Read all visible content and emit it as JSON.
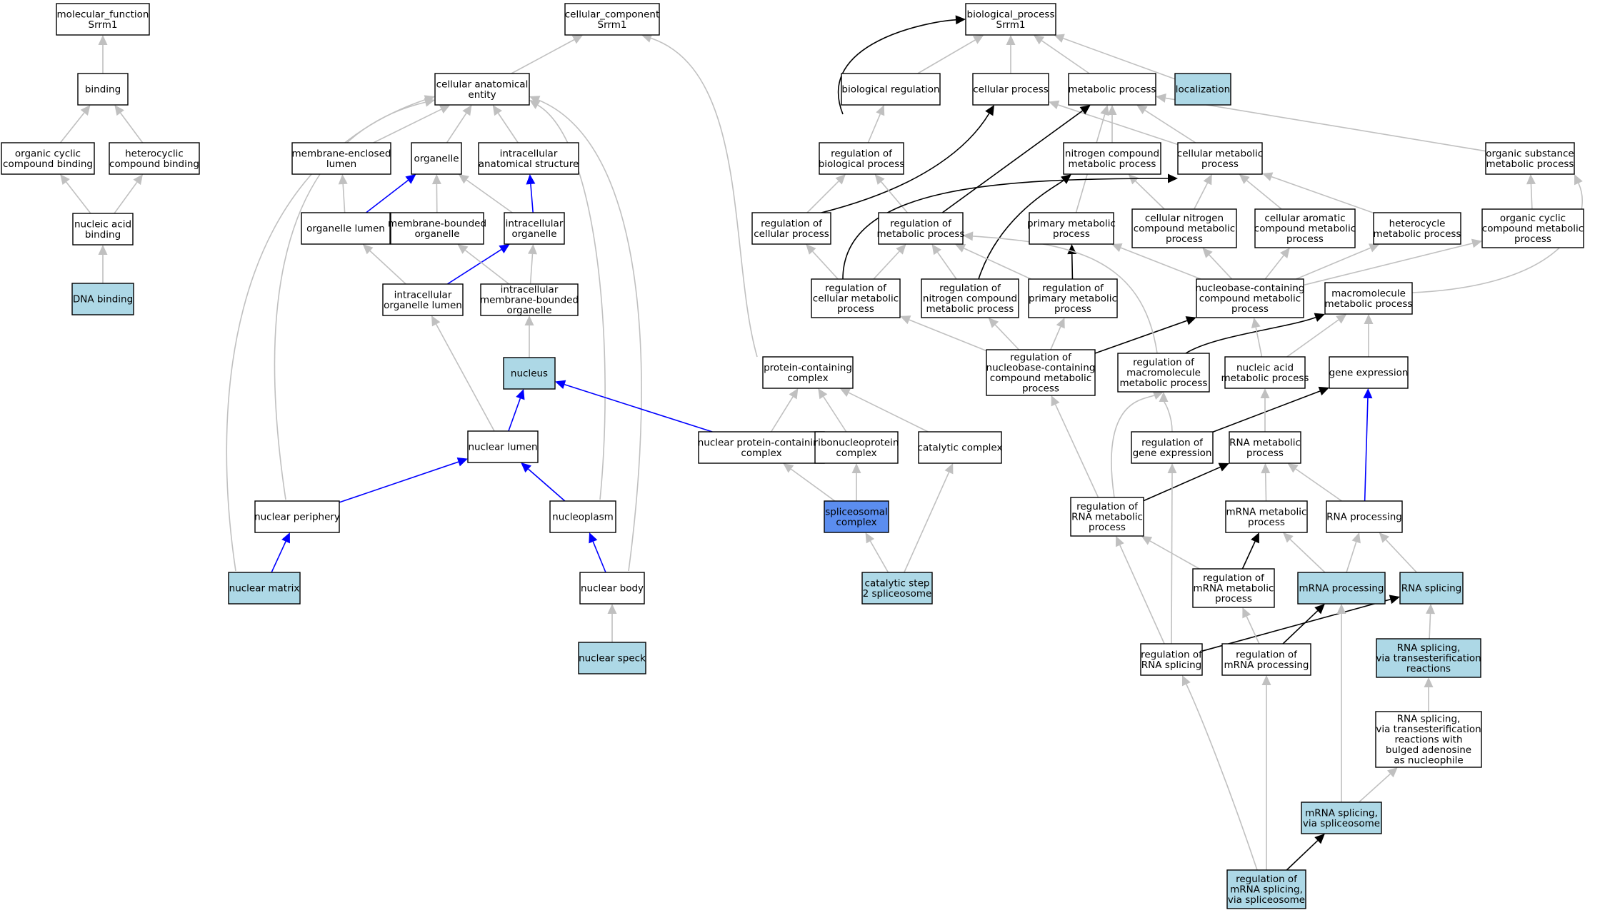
{
  "colors": {
    "highlight": "#add8e6",
    "selected": "#5b8def",
    "plain": "#ffffff",
    "edge_gray": "#c0c0c0",
    "edge_blue": "#0000ff",
    "edge_black": "#000000"
  },
  "nodes": [
    {
      "id": "mf",
      "lines": [
        "molecular_function",
        "Srrm1"
      ],
      "fill": "plain"
    },
    {
      "id": "binding",
      "lines": [
        "binding"
      ],
      "fill": "plain"
    },
    {
      "id": "ocb",
      "lines": [
        "organic cyclic",
        "compound binding"
      ],
      "fill": "plain"
    },
    {
      "id": "hcb",
      "lines": [
        "heterocyclic",
        "compound binding"
      ],
      "fill": "plain"
    },
    {
      "id": "nab",
      "lines": [
        "nucleic acid",
        "binding"
      ],
      "fill": "plain"
    },
    {
      "id": "dnab",
      "lines": [
        "DNA binding"
      ],
      "fill": "highlight"
    },
    {
      "id": "cc",
      "lines": [
        "cellular_component",
        "Srrm1"
      ],
      "fill": "plain"
    },
    {
      "id": "cae",
      "lines": [
        "cellular anatomical",
        "entity"
      ],
      "fill": "plain"
    },
    {
      "id": "mel",
      "lines": [
        "membrane-enclosed",
        "lumen"
      ],
      "fill": "plain"
    },
    {
      "id": "organelle",
      "lines": [
        "organelle"
      ],
      "fill": "plain"
    },
    {
      "id": "ias",
      "lines": [
        "intracellular",
        "anatomical structure"
      ],
      "fill": "plain"
    },
    {
      "id": "ol",
      "lines": [
        "organelle lumen"
      ],
      "fill": "plain"
    },
    {
      "id": "mbo",
      "lines": [
        "membrane-bounded",
        "organelle"
      ],
      "fill": "plain"
    },
    {
      "id": "io",
      "lines": [
        "intracellular",
        "organelle"
      ],
      "fill": "plain"
    },
    {
      "id": "iol",
      "lines": [
        "intracellular",
        "organelle lumen"
      ],
      "fill": "plain"
    },
    {
      "id": "imbo",
      "lines": [
        "intracellular",
        "membrane-bounded",
        "organelle"
      ],
      "fill": "plain"
    },
    {
      "id": "nucleus",
      "lines": [
        "nucleus"
      ],
      "fill": "highlight"
    },
    {
      "id": "nl",
      "lines": [
        "nuclear lumen"
      ],
      "fill": "plain"
    },
    {
      "id": "np",
      "lines": [
        "nuclear periphery"
      ],
      "fill": "plain"
    },
    {
      "id": "nucleoplasm",
      "lines": [
        "nucleoplasm"
      ],
      "fill": "plain"
    },
    {
      "id": "nm",
      "lines": [
        "nuclear matrix"
      ],
      "fill": "highlight"
    },
    {
      "id": "nb",
      "lines": [
        "nuclear body"
      ],
      "fill": "plain"
    },
    {
      "id": "ns",
      "lines": [
        "nuclear speck"
      ],
      "fill": "highlight"
    },
    {
      "id": "pcc",
      "lines": [
        "protein-containing",
        "complex"
      ],
      "fill": "plain"
    },
    {
      "id": "npcc",
      "lines": [
        "nuclear protein-containing",
        "complex"
      ],
      "fill": "plain"
    },
    {
      "id": "rnpc",
      "lines": [
        "ribonucleoprotein",
        "complex"
      ],
      "fill": "plain"
    },
    {
      "id": "catc",
      "lines": [
        "catalytic complex"
      ],
      "fill": "plain"
    },
    {
      "id": "splc",
      "lines": [
        "spliceosomal",
        "complex"
      ],
      "fill": "selected"
    },
    {
      "id": "cs2",
      "lines": [
        "catalytic step",
        "2 spliceosome"
      ],
      "fill": "highlight"
    },
    {
      "id": "bp",
      "lines": [
        "biological_process",
        "Srrm1"
      ],
      "fill": "plain"
    },
    {
      "id": "breg",
      "lines": [
        "biological regulation"
      ],
      "fill": "plain"
    },
    {
      "id": "cp",
      "lines": [
        "cellular process"
      ],
      "fill": "plain"
    },
    {
      "id": "mp",
      "lines": [
        "metabolic process"
      ],
      "fill": "plain"
    },
    {
      "id": "loc",
      "lines": [
        "localization"
      ],
      "fill": "highlight"
    },
    {
      "id": "rbp",
      "lines": [
        "regulation of",
        "biological process"
      ],
      "fill": "plain"
    },
    {
      "id": "ncmp",
      "lines": [
        "nitrogen compound",
        "metabolic process"
      ],
      "fill": "plain"
    },
    {
      "id": "cmp",
      "lines": [
        "cellular metabolic",
        "process"
      ],
      "fill": "plain"
    },
    {
      "id": "osmp",
      "lines": [
        "organic substance",
        "metabolic process"
      ],
      "fill": "plain"
    },
    {
      "id": "rcp",
      "lines": [
        "regulation of",
        "cellular process"
      ],
      "fill": "plain"
    },
    {
      "id": "rmp",
      "lines": [
        "regulation of",
        "metabolic process"
      ],
      "fill": "plain"
    },
    {
      "id": "pmp",
      "lines": [
        "primary metabolic",
        "process"
      ],
      "fill": "plain"
    },
    {
      "id": "cncmp",
      "lines": [
        "cellular nitrogen",
        "compound metabolic",
        "process"
      ],
      "fill": "plain"
    },
    {
      "id": "cacmp",
      "lines": [
        "cellular aromatic",
        "compound metabolic",
        "process"
      ],
      "fill": "plain"
    },
    {
      "id": "hmp",
      "lines": [
        "heterocycle",
        "metabolic process"
      ],
      "fill": "plain"
    },
    {
      "id": "occmp",
      "lines": [
        "organic cyclic",
        "compound metabolic",
        "process"
      ],
      "fill": "plain"
    },
    {
      "id": "rcmp",
      "lines": [
        "regulation of",
        "cellular metabolic",
        "process"
      ],
      "fill": "plain"
    },
    {
      "id": "rncmp",
      "lines": [
        "regulation of",
        "nitrogen compound",
        "metabolic process"
      ],
      "fill": "plain"
    },
    {
      "id": "rpmp",
      "lines": [
        "regulation of",
        "primary metabolic",
        "process"
      ],
      "fill": "plain"
    },
    {
      "id": "nbcmp",
      "lines": [
        "nucleobase-containing",
        "compound metabolic",
        "process"
      ],
      "fill": "plain"
    },
    {
      "id": "mmp",
      "lines": [
        "macromolecule",
        "metabolic process"
      ],
      "fill": "plain"
    },
    {
      "id": "rnbcmp",
      "lines": [
        "regulation of",
        "nucleobase-containing",
        "compound metabolic",
        "process"
      ],
      "fill": "plain"
    },
    {
      "id": "rmmp",
      "lines": [
        "regulation of",
        "macromolecule",
        "metabolic process"
      ],
      "fill": "plain"
    },
    {
      "id": "namp",
      "lines": [
        "nucleic acid",
        "metabolic process"
      ],
      "fill": "plain"
    },
    {
      "id": "ge",
      "lines": [
        "gene expression"
      ],
      "fill": "plain"
    },
    {
      "id": "rge",
      "lines": [
        "regulation of",
        "gene expression"
      ],
      "fill": "plain"
    },
    {
      "id": "rnamp",
      "lines": [
        "RNA metabolic",
        "process"
      ],
      "fill": "plain"
    },
    {
      "id": "rrnamp",
      "lines": [
        "regulation of",
        "RNA metabolic",
        "process"
      ],
      "fill": "plain"
    },
    {
      "id": "mrnamp",
      "lines": [
        "mRNA metabolic",
        "process"
      ],
      "fill": "plain"
    },
    {
      "id": "rnap",
      "lines": [
        "RNA processing"
      ],
      "fill": "plain"
    },
    {
      "id": "rmrnamp",
      "lines": [
        "regulation of",
        "mRNA metabolic",
        "process"
      ],
      "fill": "plain"
    },
    {
      "id": "mrnap",
      "lines": [
        "mRNA processing"
      ],
      "fill": "highlight"
    },
    {
      "id": "rnas",
      "lines": [
        "RNA splicing"
      ],
      "fill": "highlight"
    },
    {
      "id": "rrnas",
      "lines": [
        "regulation of",
        "RNA splicing"
      ],
      "fill": "plain"
    },
    {
      "id": "rmrnap",
      "lines": [
        "regulation of",
        "mRNA processing"
      ],
      "fill": "plain"
    },
    {
      "id": "rnasvt",
      "lines": [
        "RNA splicing,",
        "via transesterification",
        "reactions"
      ],
      "fill": "highlight"
    },
    {
      "id": "rnasba",
      "lines": [
        "RNA splicing,",
        "via transesterification",
        "reactions with",
        "bulged adenosine",
        "as nucleophile"
      ],
      "fill": "plain"
    },
    {
      "id": "mrnas",
      "lines": [
        "mRNA splicing,",
        "via spliceosome"
      ],
      "fill": "highlight"
    },
    {
      "id": "rmrnas",
      "lines": [
        "regulation of",
        "mRNA splicing,",
        "via spliceosome"
      ],
      "fill": "highlight"
    }
  ],
  "edges": [
    [
      "binding",
      "mf",
      "gray"
    ],
    [
      "ocb",
      "binding",
      "gray"
    ],
    [
      "hcb",
      "binding",
      "gray"
    ],
    [
      "nab",
      "ocb",
      "gray"
    ],
    [
      "nab",
      "hcb",
      "gray"
    ],
    [
      "dnab",
      "nab",
      "gray"
    ],
    [
      "cae",
      "cc",
      "gray"
    ],
    [
      "pcc",
      "cc",
      "gray"
    ],
    [
      "mel",
      "cae",
      "gray"
    ],
    [
      "organelle",
      "cae",
      "gray"
    ],
    [
      "ias",
      "cae",
      "gray"
    ],
    [
      "np",
      "cae",
      "gray"
    ],
    [
      "nm",
      "cae",
      "gray"
    ],
    [
      "nucleoplasm",
      "cae",
      "gray"
    ],
    [
      "nb",
      "cae",
      "gray"
    ],
    [
      "ol",
      "mel",
      "gray"
    ],
    [
      "ol",
      "organelle",
      "blue"
    ],
    [
      "mbo",
      "organelle",
      "gray"
    ],
    [
      "io",
      "organelle",
      "gray"
    ],
    [
      "io",
      "ias",
      "blue"
    ],
    [
      "iol",
      "ol",
      "gray"
    ],
    [
      "iol",
      "io",
      "blue"
    ],
    [
      "imbo",
      "mbo",
      "gray"
    ],
    [
      "imbo",
      "io",
      "gray"
    ],
    [
      "nucleus",
      "imbo",
      "gray"
    ],
    [
      "nl",
      "nucleus",
      "blue"
    ],
    [
      "nl",
      "iol",
      "gray"
    ],
    [
      "np",
      "nl",
      "blue"
    ],
    [
      "nucleoplasm",
      "nl",
      "blue"
    ],
    [
      "nm",
      "np",
      "blue"
    ],
    [
      "nb",
      "nucleoplasm",
      "blue"
    ],
    [
      "ns",
      "nb",
      "gray"
    ],
    [
      "npcc",
      "nucleus",
      "blue"
    ],
    [
      "npcc",
      "pcc",
      "gray"
    ],
    [
      "rnpc",
      "pcc",
      "gray"
    ],
    [
      "catc",
      "pcc",
      "gray"
    ],
    [
      "splc",
      "npcc",
      "gray"
    ],
    [
      "splc",
      "rnpc",
      "gray"
    ],
    [
      "cs2",
      "splc",
      "gray"
    ],
    [
      "cs2",
      "catc",
      "gray"
    ],
    [
      "breg",
      "bp",
      "gray"
    ],
    [
      "cp",
      "bp",
      "gray"
    ],
    [
      "mp",
      "bp",
      "gray"
    ],
    [
      "loc",
      "bp",
      "gray"
    ],
    [
      "rbp",
      "bp",
      "black"
    ],
    [
      "rbp",
      "breg",
      "gray"
    ],
    [
      "ncmp",
      "mp",
      "gray"
    ],
    [
      "cmp",
      "mp",
      "gray"
    ],
    [
      "cmp",
      "cp",
      "gray"
    ],
    [
      "osmp",
      "mp",
      "gray"
    ],
    [
      "rcp",
      "rbp",
      "gray"
    ],
    [
      "rcp",
      "cp",
      "black"
    ],
    [
      "rmp",
      "rbp",
      "gray"
    ],
    [
      "rmp",
      "mp",
      "black"
    ],
    [
      "pmp",
      "mp",
      "gray"
    ],
    [
      "cncmp",
      "ncmp",
      "gray"
    ],
    [
      "cncmp",
      "cmp",
      "gray"
    ],
    [
      "cacmp",
      "cmp",
      "gray"
    ],
    [
      "hmp",
      "cmp",
      "gray"
    ],
    [
      "occmp",
      "osmp",
      "gray"
    ],
    [
      "rcmp",
      "rcp",
      "gray"
    ],
    [
      "rcmp",
      "rmp",
      "gray"
    ],
    [
      "rcmp",
      "cmp",
      "black"
    ],
    [
      "rncmp",
      "rmp",
      "gray"
    ],
    [
      "rncmp",
      "ncmp",
      "black"
    ],
    [
      "rpmp",
      "rmp",
      "gray"
    ],
    [
      "rpmp",
      "pmp",
      "black"
    ],
    [
      "nbcmp",
      "cncmp",
      "gray"
    ],
    [
      "nbcmp",
      "cacmp",
      "gray"
    ],
    [
      "nbcmp",
      "hmp",
      "gray"
    ],
    [
      "nbcmp",
      "occmp",
      "gray"
    ],
    [
      "nbcmp",
      "pmp",
      "gray"
    ],
    [
      "mmp",
      "osmp",
      "gray"
    ],
    [
      "rnbcmp",
      "rcmp",
      "gray"
    ],
    [
      "rnbcmp",
      "rncmp",
      "gray"
    ],
    [
      "rnbcmp",
      "rpmp",
      "gray"
    ],
    [
      "rnbcmp",
      "nbcmp",
      "black"
    ],
    [
      "rmmp",
      "rmp",
      "gray"
    ],
    [
      "rmmp",
      "mmp",
      "black"
    ],
    [
      "namp",
      "nbcmp",
      "gray"
    ],
    [
      "namp",
      "mmp",
      "gray"
    ],
    [
      "ge",
      "mmp",
      "gray"
    ],
    [
      "rge",
      "rmmp",
      "gray"
    ],
    [
      "rge",
      "ge",
      "black"
    ],
    [
      "rnamp",
      "namp",
      "gray"
    ],
    [
      "rrnamp",
      "rnbcmp",
      "gray"
    ],
    [
      "rrnamp",
      "rmmp",
      "gray"
    ],
    [
      "rrnamp",
      "rnamp",
      "black"
    ],
    [
      "mrnamp",
      "rnamp",
      "gray"
    ],
    [
      "rnap",
      "rnamp",
      "gray"
    ],
    [
      "rnap",
      "ge",
      "blue"
    ],
    [
      "rmrnamp",
      "rrnamp",
      "gray"
    ],
    [
      "rmrnamp",
      "mrnamp",
      "black"
    ],
    [
      "mrnap",
      "mrnamp",
      "gray"
    ],
    [
      "mrnap",
      "rnap",
      "gray"
    ],
    [
      "rnas",
      "rnap",
      "gray"
    ],
    [
      "rrnas",
      "rge",
      "gray"
    ],
    [
      "rrnas",
      "rrnamp",
      "gray"
    ],
    [
      "rrnas",
      "rnas",
      "black"
    ],
    [
      "rmrnap",
      "rmrnamp",
      "gray"
    ],
    [
      "rmrnap",
      "mrnap",
      "black"
    ],
    [
      "rnasvt",
      "rnas",
      "gray"
    ],
    [
      "rnasba",
      "rnasvt",
      "gray"
    ],
    [
      "mrnas",
      "mrnap",
      "gray"
    ],
    [
      "mrnas",
      "rnasba",
      "gray"
    ],
    [
      "rmrnas",
      "rrnas",
      "gray"
    ],
    [
      "rmrnas",
      "rmrnap",
      "gray"
    ],
    [
      "rmrnas",
      "mrnas",
      "black"
    ]
  ]
}
